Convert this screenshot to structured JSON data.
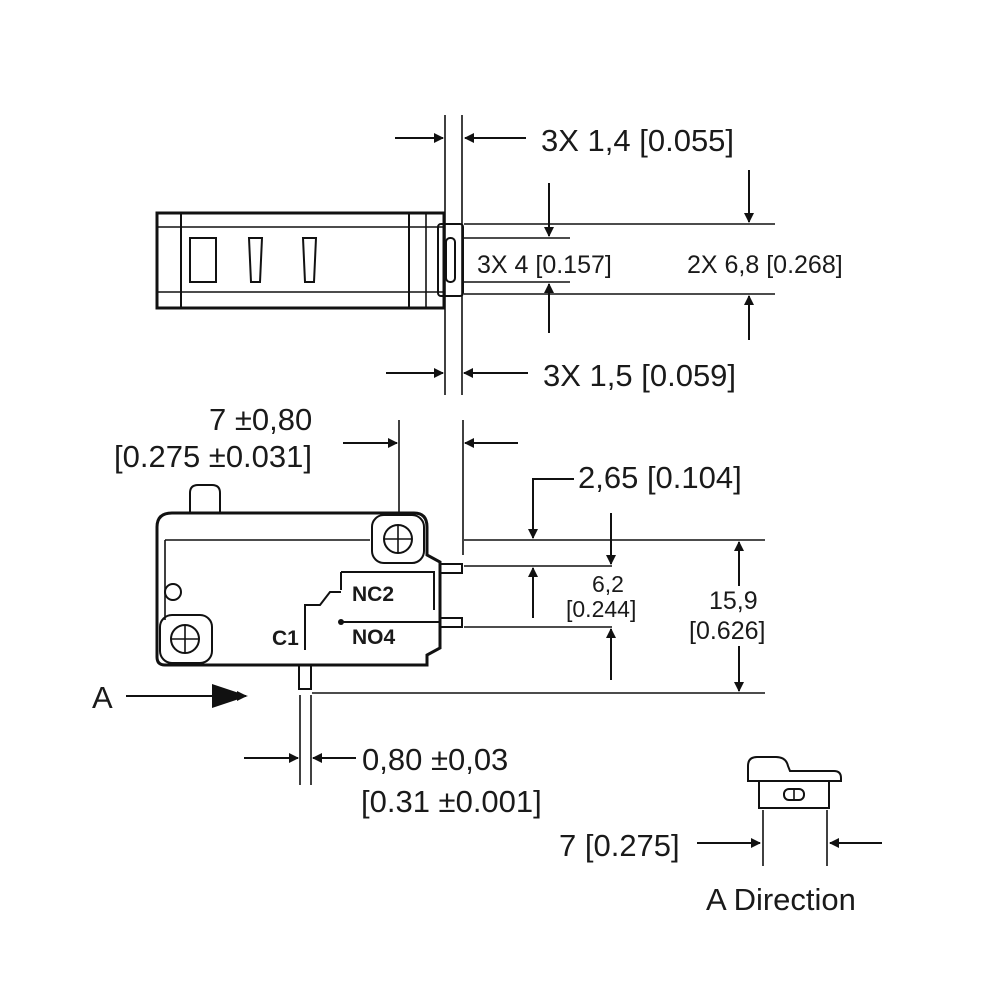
{
  "top_view": {
    "dim_pitch_width": "3X 1,4 [0.055]",
    "dim_terminal_height": "3X 4 [0.157]",
    "dim_overall_height": "2X 6,8 [0.268]",
    "dim_terminal_thickness": "3X 1,5 [0.059]"
  },
  "side_view": {
    "dim_hole_offset_line1": "7 ±0,80",
    "dim_hole_offset_line2": "[0.275 ±0.031]",
    "dim_hole_top": "2,65 [0.104]",
    "dim_terminal_spacing_line1": "6,2",
    "dim_terminal_spacing_line2": "[0.244]",
    "dim_body_height_line1": "15,9",
    "dim_body_height_line2": "[0.626]",
    "dim_plunger_width_line1": "0,80 ±0,03",
    "dim_plunger_width_line2": "[0.31 ±0.001]",
    "terminal_c": "C1",
    "terminal_nc": "NC2",
    "terminal_no": "NO4",
    "view_marker": "A"
  },
  "direction_view": {
    "dim_width": "7 [0.275]",
    "title": "A Direction"
  }
}
